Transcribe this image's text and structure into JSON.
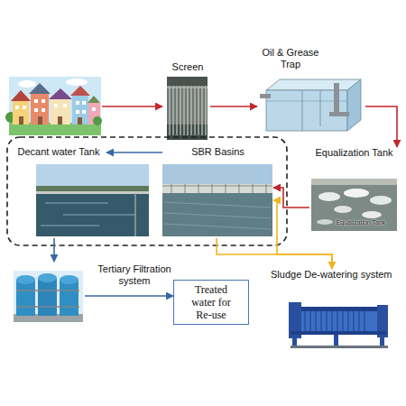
{
  "diagram": {
    "nodes": [
      {
        "text": [
          "Screen"
        ]
      },
      {
        "text": [
          "Oil & Grease Trap"
        ]
      },
      {
        "text": [
          "Equalization Tank"
        ]
      },
      {
        "text": [
          "SBR Basins"
        ]
      },
      {
        "text": [
          "Decant water Tank"
        ]
      },
      {
        "text": [
          "Tertiary Filtration system"
        ]
      },
      {
        "text": [
          "Treated water for Re-use"
        ]
      },
      {
        "text": [
          "Sludge De-watering system"
        ]
      }
    ],
    "edges": [
      {
        "from": 0,
        "to": 1,
        "arrow": "to"
      },
      {
        "from": 1,
        "to": 2,
        "arrow": "to"
      },
      {
        "from": 2,
        "to": 3,
        "arrow": "to"
      },
      {
        "from": 3,
        "to": 4,
        "arrow": "to"
      },
      {
        "from": 4,
        "to": 5,
        "arrow": "to"
      },
      {
        "from": 5,
        "to": 6,
        "arrow": "to"
      },
      {
        "from": 3,
        "to": 7,
        "arrow": "to"
      },
      {
        "from": 7,
        "to": 3,
        "arrow": "to"
      }
    ],
    "labels": [
      "Equalization Tank"
    ]
  }
}
